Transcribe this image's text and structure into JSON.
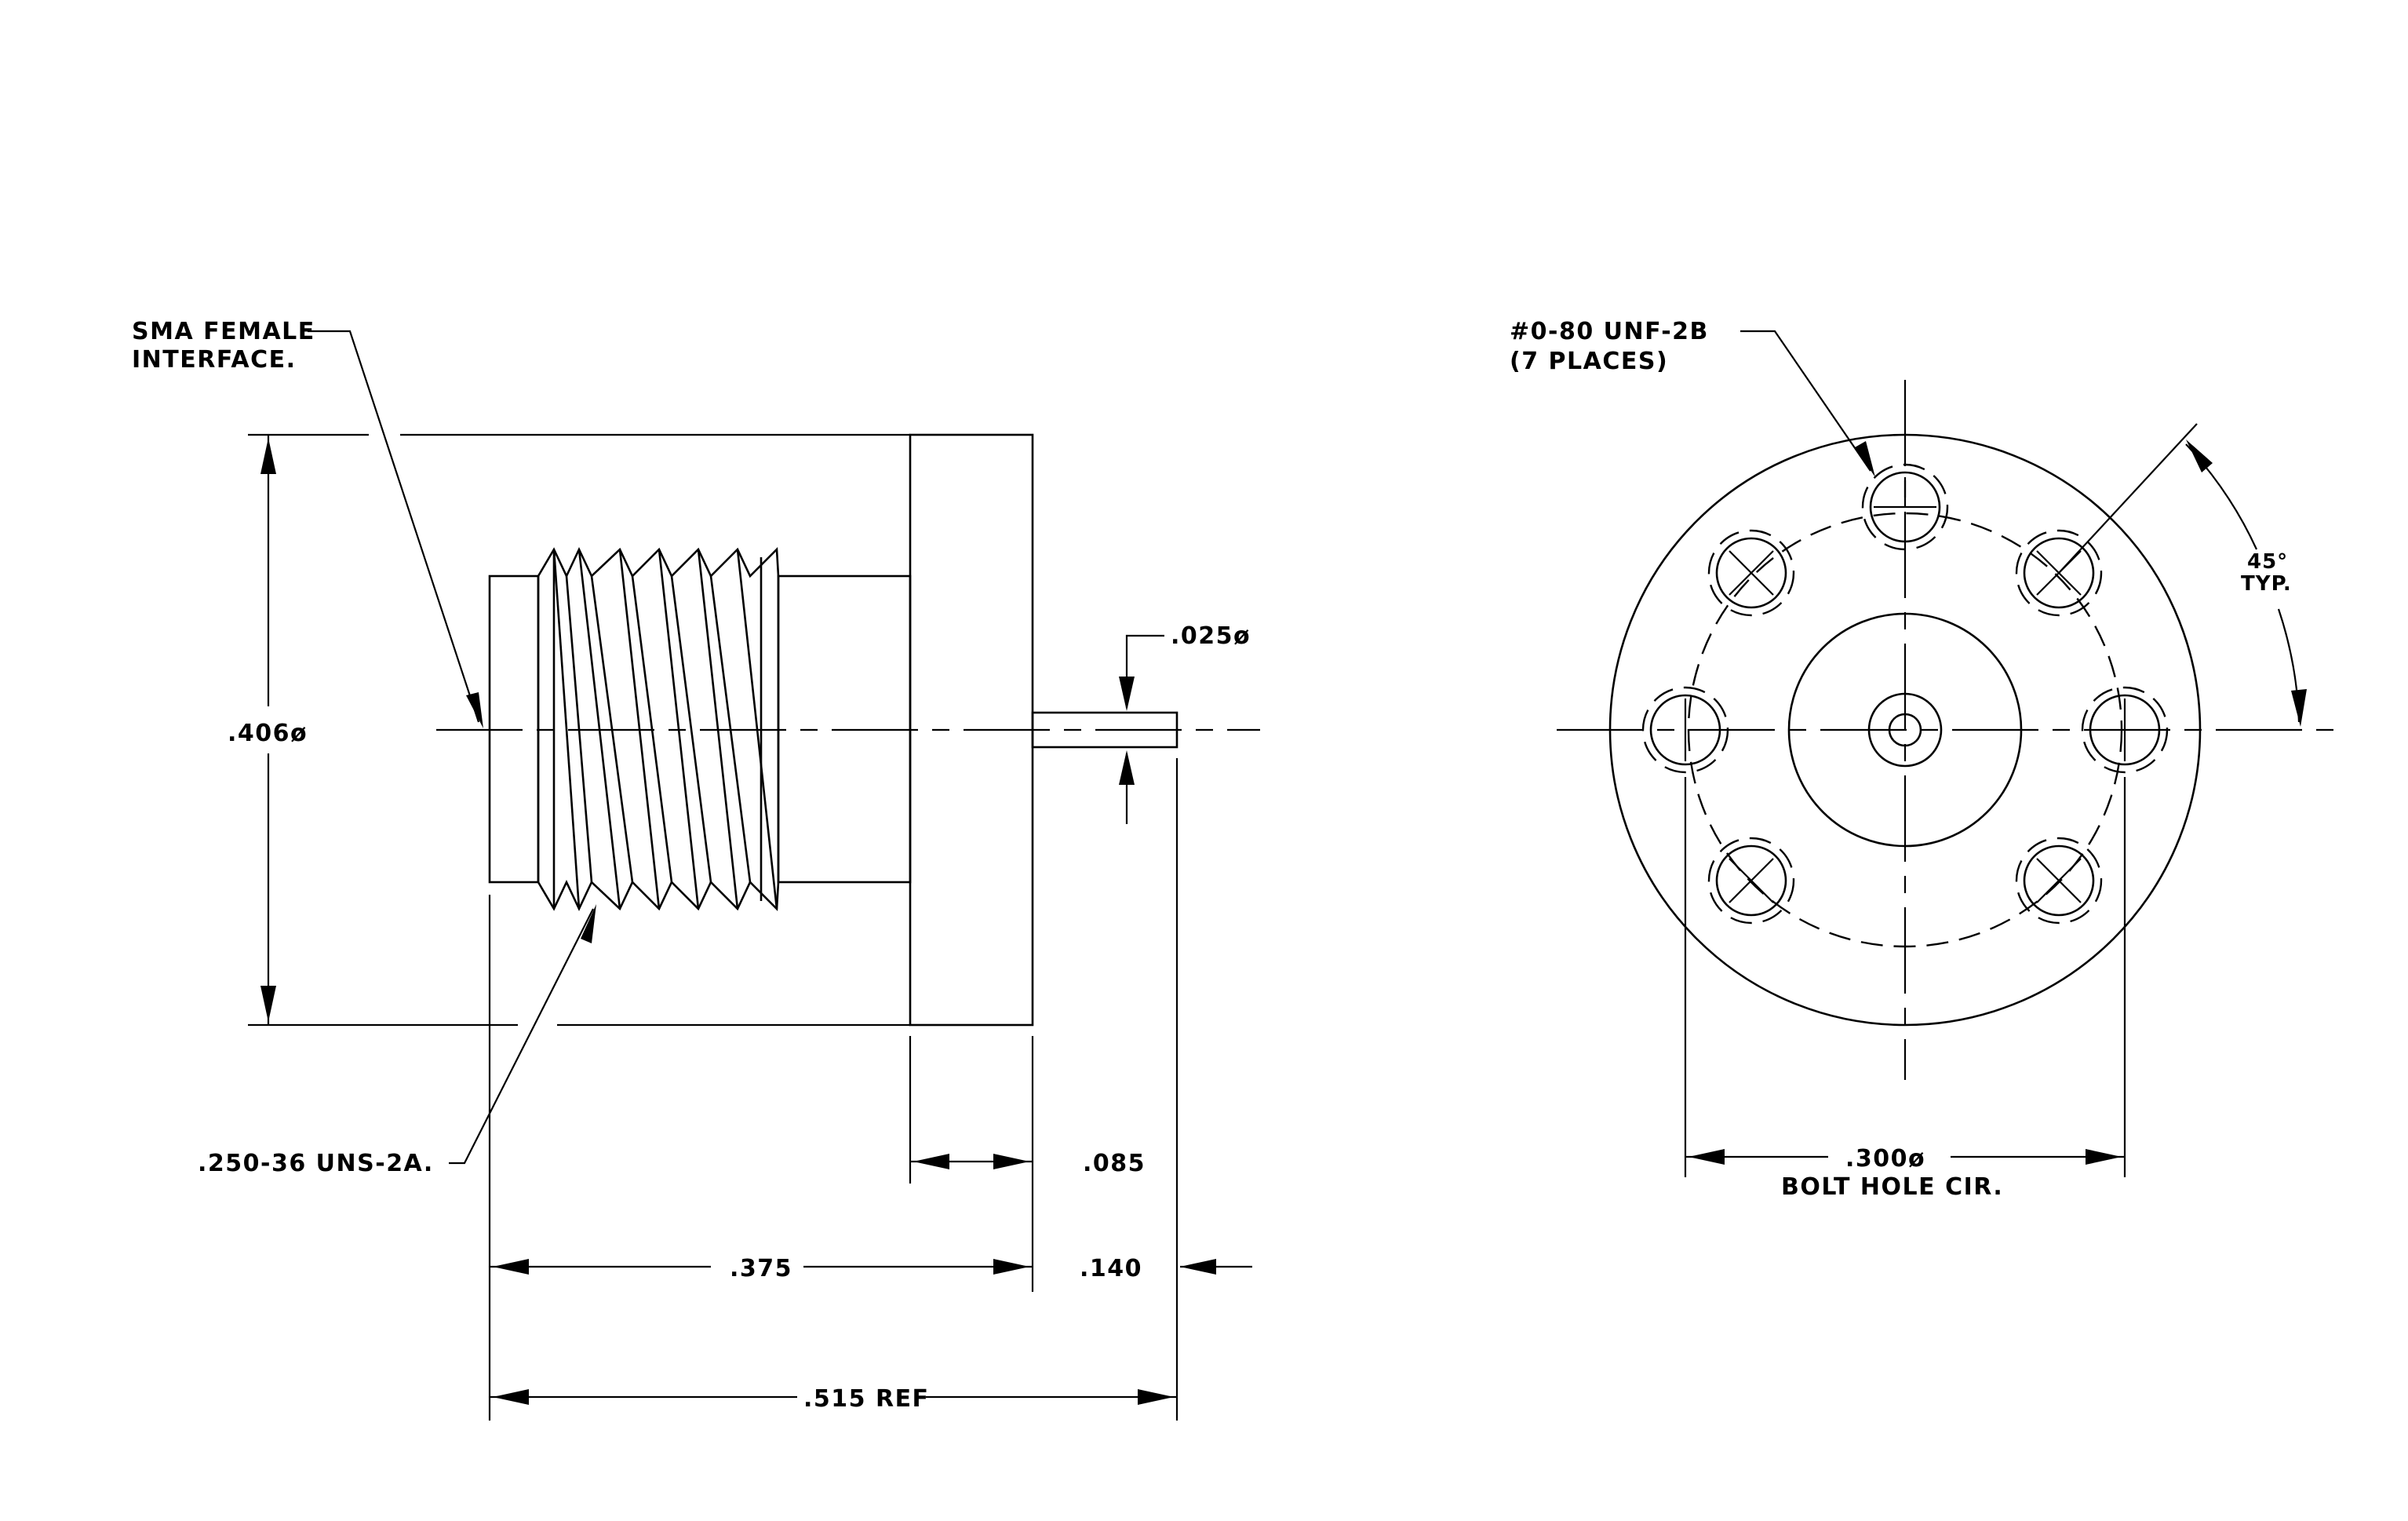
{
  "callouts": {
    "sma_line1": "SMA FEMALE",
    "sma_line2": "INTERFACE.",
    "thread": ".250-36 UNS-2A.",
    "bolt_tap_line1": "#0-80 UNF-2B",
    "bolt_tap_line2": "(7 PLACES)"
  },
  "dimensions": {
    "body_diameter": ".406ø",
    "pin_diameter": ".025ø",
    "flange_thickness": ".085",
    "thread_length": ".375",
    "pin_length": ".140",
    "overall_length": ".515 REF",
    "bolt_circle_line1": ".300ø",
    "bolt_circle_line2": "BOLT HOLE CIR.",
    "angle_line1": "45°",
    "angle_line2": "TYP."
  }
}
